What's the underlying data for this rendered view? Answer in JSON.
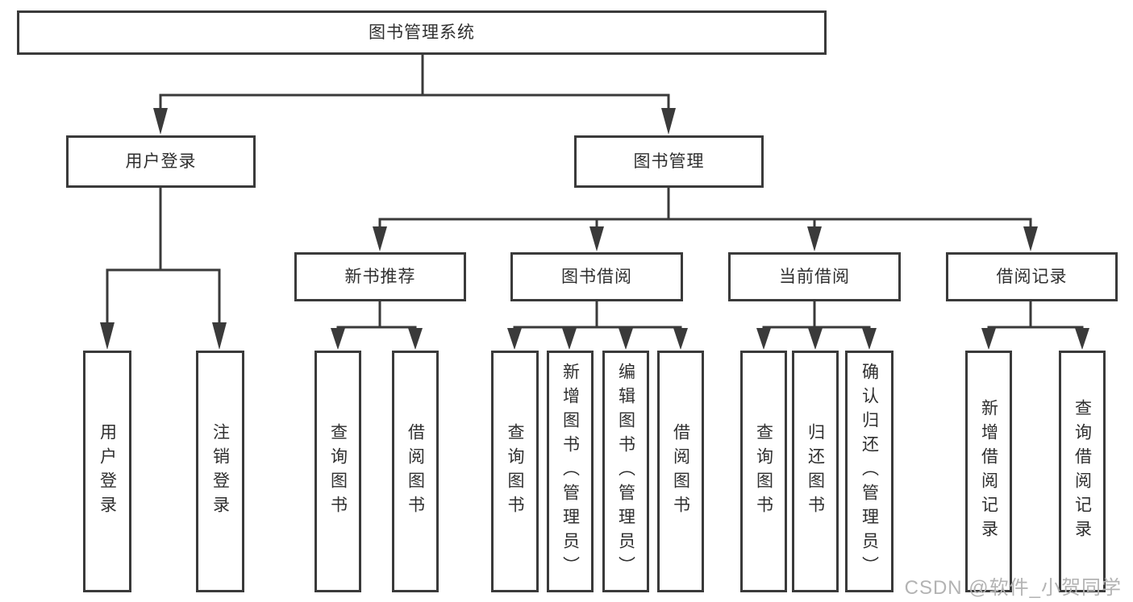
{
  "tree": {
    "root": "图书管理系统",
    "children": [
      {
        "label": "用户登录",
        "children": [
          {
            "label": "用户登录"
          },
          {
            "label": "注销登录"
          }
        ]
      },
      {
        "label": "图书管理",
        "children": [
          {
            "label": "新书推荐",
            "children": [
              {
                "label": "查询图书"
              },
              {
                "label": "借阅图书"
              }
            ]
          },
          {
            "label": "图书借阅",
            "children": [
              {
                "label": "查询图书"
              },
              {
                "label": "新增图书（管理员）"
              },
              {
                "label": "编辑图书（管理员）"
              },
              {
                "label": "借阅图书"
              }
            ]
          },
          {
            "label": "当前借阅",
            "children": [
              {
                "label": "查询图书"
              },
              {
                "label": "归还图书"
              },
              {
                "label": "确认归还（管理员）"
              }
            ]
          },
          {
            "label": "借阅记录",
            "children": [
              {
                "label": "新增借阅记录"
              },
              {
                "label": "查询借阅记录"
              }
            ]
          }
        ]
      }
    ]
  },
  "watermark": {
    "text": "CSDN @软件_小贺同学"
  },
  "colors": {
    "line": "#3a3a3a",
    "box_border": "#3a3a3a",
    "text": "#2f2f2f",
    "watermark": "#b3b3b3",
    "background": "#ffffff"
  }
}
